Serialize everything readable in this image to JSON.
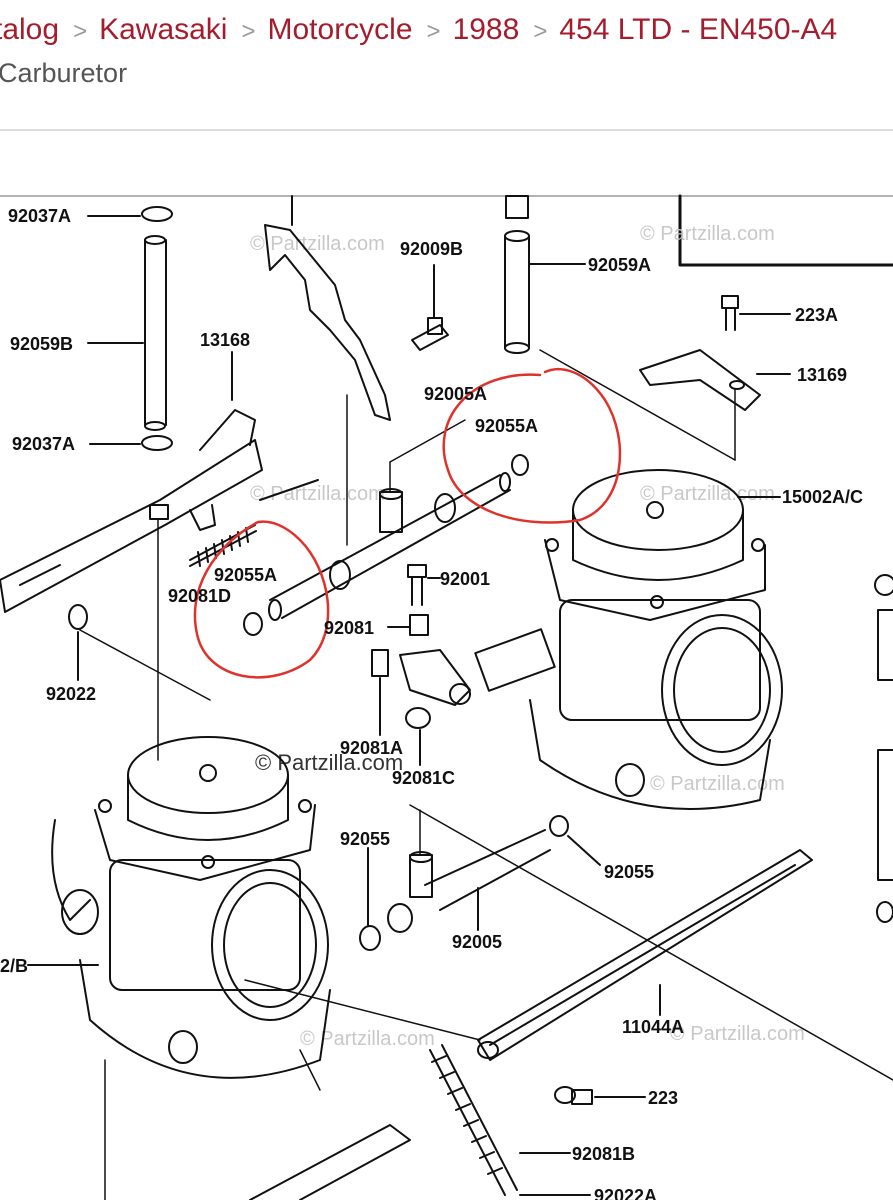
{
  "breadcrumb": {
    "items": [
      "talog",
      "Kawasaki",
      "Motorcycle",
      "1988",
      "454 LTD - EN450-A4"
    ],
    "separator": ">"
  },
  "page": {
    "subtitle": "Carburetor"
  },
  "diagram": {
    "watermark": "© Partzilla.com",
    "watermark_center": "© Partzilla.com",
    "annotation_color": "#e0322c",
    "parts": {
      "p92037A_top": "92037A",
      "p92059B": "92059B",
      "p92037A_bot": "92037A",
      "p13168": "13168",
      "p92009B": "92009B",
      "p92059A": "92059A",
      "p223A": "223A",
      "p13169": "13169",
      "p92005A": "92005A",
      "p92055A_right": "92055A",
      "p15002AC": "15002A/C",
      "p92055A_left": "92055A",
      "p92081D": "92081D",
      "p92001": "92001",
      "p92081": "92081",
      "p92022": "92022",
      "p92081A": "92081A",
      "p92081C": "92081C",
      "p92055_mid": "92055",
      "p92055_right": "92055",
      "p92005": "92005",
      "p2B": "2/B",
      "p11044A": "11044A",
      "p223": "223",
      "p92081B": "92081B",
      "p92022A": "92022A"
    }
  }
}
